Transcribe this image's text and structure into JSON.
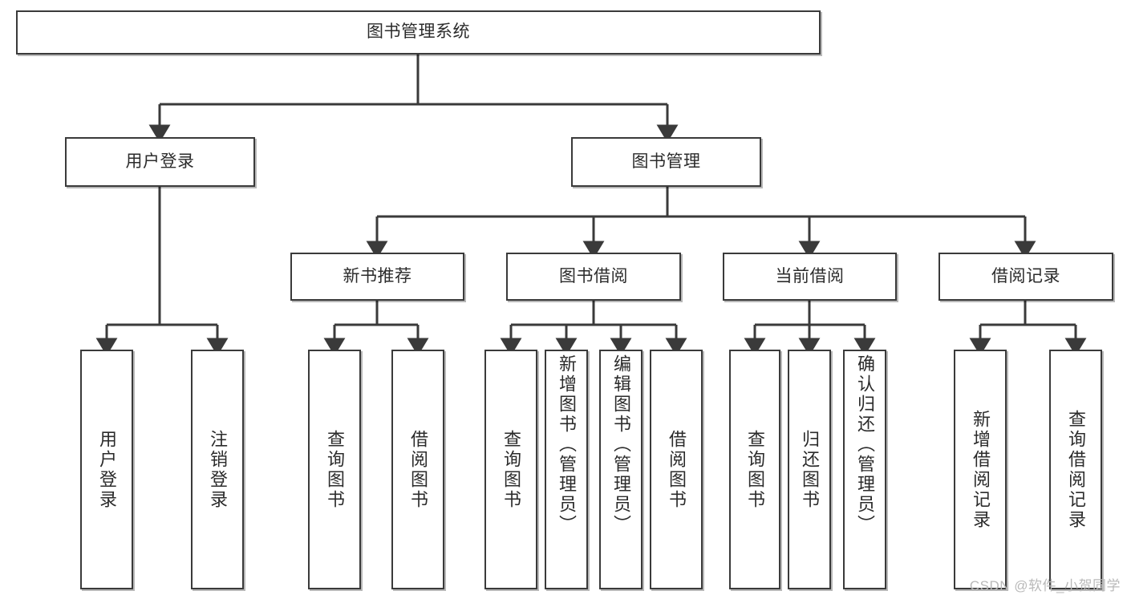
{
  "diagram": {
    "type": "tree",
    "title": "图书管理系统",
    "orientation": "top-down",
    "watermark": "CSDN @软件_小贺同学",
    "colors": {
      "node_border": "#3a3a3a",
      "node_fill": "#ffffff",
      "edge": "#3a3a3a",
      "text": "#2b2b2b",
      "watermark": "#b9b9b9"
    },
    "levels": {
      "root": "图书管理系统",
      "level2": [
        "用户登录",
        "图书管理"
      ],
      "level3": [
        "新书推荐",
        "图书借阅",
        "当前借阅",
        "借阅记录"
      ],
      "leaves": [
        "用户登录",
        "注销登录",
        "查询图书",
        "借阅图书",
        "查询图书",
        "新增图书（管理员）",
        "编辑图书（管理员）",
        "借阅图书",
        "查询图书",
        "归还图书",
        "确认归还（管理员）",
        "新增借阅记录",
        "查询借阅记录"
      ]
    }
  },
  "nodes": {
    "root": {
      "label": "图书管理系统"
    },
    "user_login": {
      "label": "用户登录"
    },
    "book_manage": {
      "label": "图书管理"
    },
    "new_book_rec": {
      "label": "新书推荐"
    },
    "book_borrow": {
      "label": "图书借阅"
    },
    "current_borrow": {
      "label": "当前借阅"
    },
    "borrow_record": {
      "label": "借阅记录"
    },
    "leaf_user_login": {
      "label": "用户登录"
    },
    "leaf_logout": {
      "label": "注销登录"
    },
    "leaf_query_book_1": {
      "label": "查询图书"
    },
    "leaf_borrow_book_1": {
      "label": "借阅图书"
    },
    "leaf_query_book_2": {
      "label": "查询图书"
    },
    "leaf_add_book": {
      "label": "新增图书（管理员）"
    },
    "leaf_edit_book": {
      "label": "编辑图书（管理员）"
    },
    "leaf_borrow_book_2": {
      "label": "借阅图书"
    },
    "leaf_query_book_3": {
      "label": "查询图书"
    },
    "leaf_return_book": {
      "label": "归还图书"
    },
    "leaf_confirm_return": {
      "label": "确认归还（管理员）"
    },
    "leaf_add_record": {
      "label": "新增借阅记录"
    },
    "leaf_query_record": {
      "label": "查询借阅记录"
    }
  },
  "watermark": {
    "text": "CSDN @软件_小贺同学"
  }
}
